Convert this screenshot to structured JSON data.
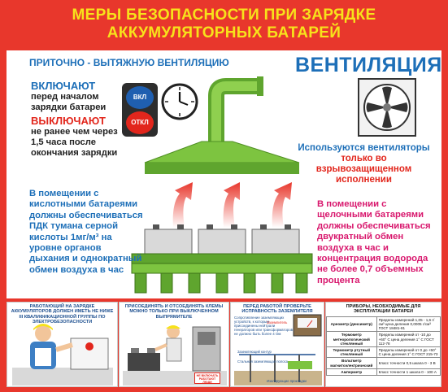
{
  "header": {
    "line1": "МЕРЫ БЕЗОПАСНОСТИ ПРИ ЗАРЯДКЕ",
    "line2": "АККУМУЛЯТОРНЫХ БАТАРЕЙ"
  },
  "main": {
    "supply_title": "ПРИТОЧНО - ВЫТЯЖНУЮ ВЕНТИЛЯЦИЮ",
    "vent_title": "ВЕНТИЛЯЦИЯ",
    "on_word": "ВКЛЮЧАЮТ",
    "on_text": "перед началом зарядки батареи",
    "off_word": "ВЫКЛЮЧАЮТ",
    "off_text": "не ранее чем через 1,5 часа после окончания зарядки",
    "btn_on": "ВКЛ",
    "btn_off": "ОТКЛ",
    "explosion_black": "Используются вентиляторы",
    "explosion_red": "только во взрывозащищенном исполнении",
    "acid_text": "В помещении с кислотными батареями должны обеспечиваться ПДК тумана серной кислоты 1мг/м³ на уровне органов дыхания и однократный обмен воздуха в час",
    "alkaline_text": "В помещении с щелочными батареями должны обеспечиваться двукратный обмен воздуха в час и концентрация водорода не более 0,7 объемных процента"
  },
  "bottom": {
    "card1": "РАБОТАЮЩИЙ НА ЗАРЯДКЕ АККУМУЛЯТОРОВ ДОЛЖЕН ИМЕТЬ НЕ НИЖЕ III КВАЛИФИКАЦИОННОЙ ГРУППЫ ПО ЭЛЕКТРОБЕЗОПАСНОСТИ",
    "card2": "ПРИСОЕДИНЯТЬ И ОТСОЕДИНЯТЬ КЛЕМЫ МОЖНО ТОЛЬКО ПРИ ВЫКЛЮЧЕННОМ ВЫПРЯМИТЕЛЕ",
    "card2_sign": "НЕ ВКЛЮЧАТЬ РАБОТАЮТ ЛЮДИ",
    "card3": "ПЕРЕД РАБОТОЙ ПРОВЕРЬТЕ ИСПРАВНОСТЬ ЗАЗЕМЛИТЕЛЯ",
    "card3_note": "Сопротивление заземляющих устройств, к которым присоединены нейтрали генераторов или трансформаторов не должно быть более 4 Ом",
    "card3_labels": [
      "Заземлитель",
      "Заземляющий контур",
      "Стальная заземляющая полоса",
      "Изолирующие прокладки"
    ],
    "card4": "ПРИБОРЫ, НЕОБХОДИМЫЕ ДЛЯ ЭКСПЛУАТАЦИИ БАТАРЕИ",
    "card4_rows": [
      [
        "Ареометр (денсиметр)",
        "Пределы измерений 1,05 - 1,6 г/см³ цена деления 0,0005 г/см³ ГОСТ 18481-81"
      ],
      [
        "Термометр метеорологический стеклянный",
        "Пределы измерений от -10 до +60° С цена деления 1° С ГОСТ 112-78"
      ],
      [
        "Термометр ртутный стеклянный",
        "Пределы измерений от 0 до +50° С цена деления 1° С ГОСТ 215-73"
      ],
      [
        "Вольтметр магнитоэлектрический",
        "Класс точности 0,5 шкала 0 - 3 В"
      ],
      [
        "Амперметр",
        "Класс точности 1 шкала 0 - 100 А"
      ]
    ]
  },
  "colors": {
    "header_bg": "#e8372c",
    "header_text": "#f7e21b",
    "blue_text": "#1d6fb8",
    "red_text": "#e2261c",
    "pink_text": "#d8176d",
    "hood_green": "#7dc440"
  }
}
